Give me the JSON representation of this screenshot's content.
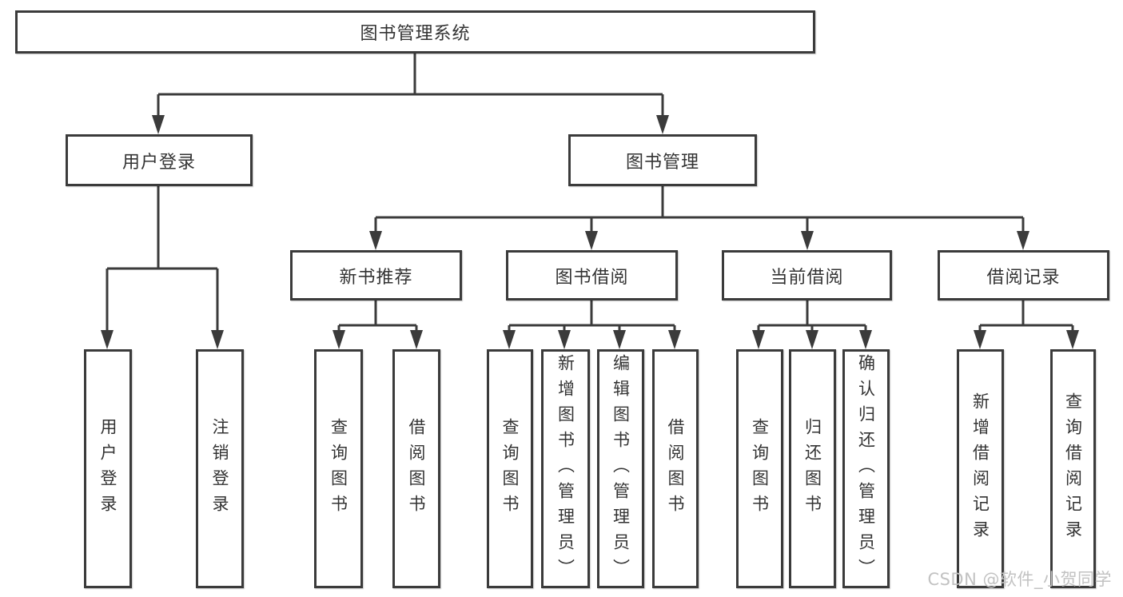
{
  "tree": {
    "root": "图书管理系统",
    "branches": [
      {
        "label": "用户登录",
        "children": [
          "用户登录",
          "注销登录"
        ]
      },
      {
        "label": "图书管理",
        "children": [
          {
            "label": "新书推荐",
            "children": [
              "查询图书",
              "借阅图书"
            ]
          },
          {
            "label": "图书借阅",
            "children": [
              "查询图书",
              "新增图书（管理员）",
              "编辑图书（管理员）",
              "借阅图书"
            ]
          },
          {
            "label": "当前借阅",
            "children": [
              "查询图书",
              "归还图书",
              "确认归还（管理员）"
            ]
          },
          {
            "label": "借阅记录",
            "children": [
              "新增借阅记录",
              "查询借阅记录"
            ]
          }
        ]
      }
    ]
  },
  "watermark": "CSDN @软件_小贺同学",
  "colors": {
    "line": "#3b3b3b",
    "text": "#333333",
    "watermark": "#c2c2c2",
    "bg": "#ffffff"
  }
}
